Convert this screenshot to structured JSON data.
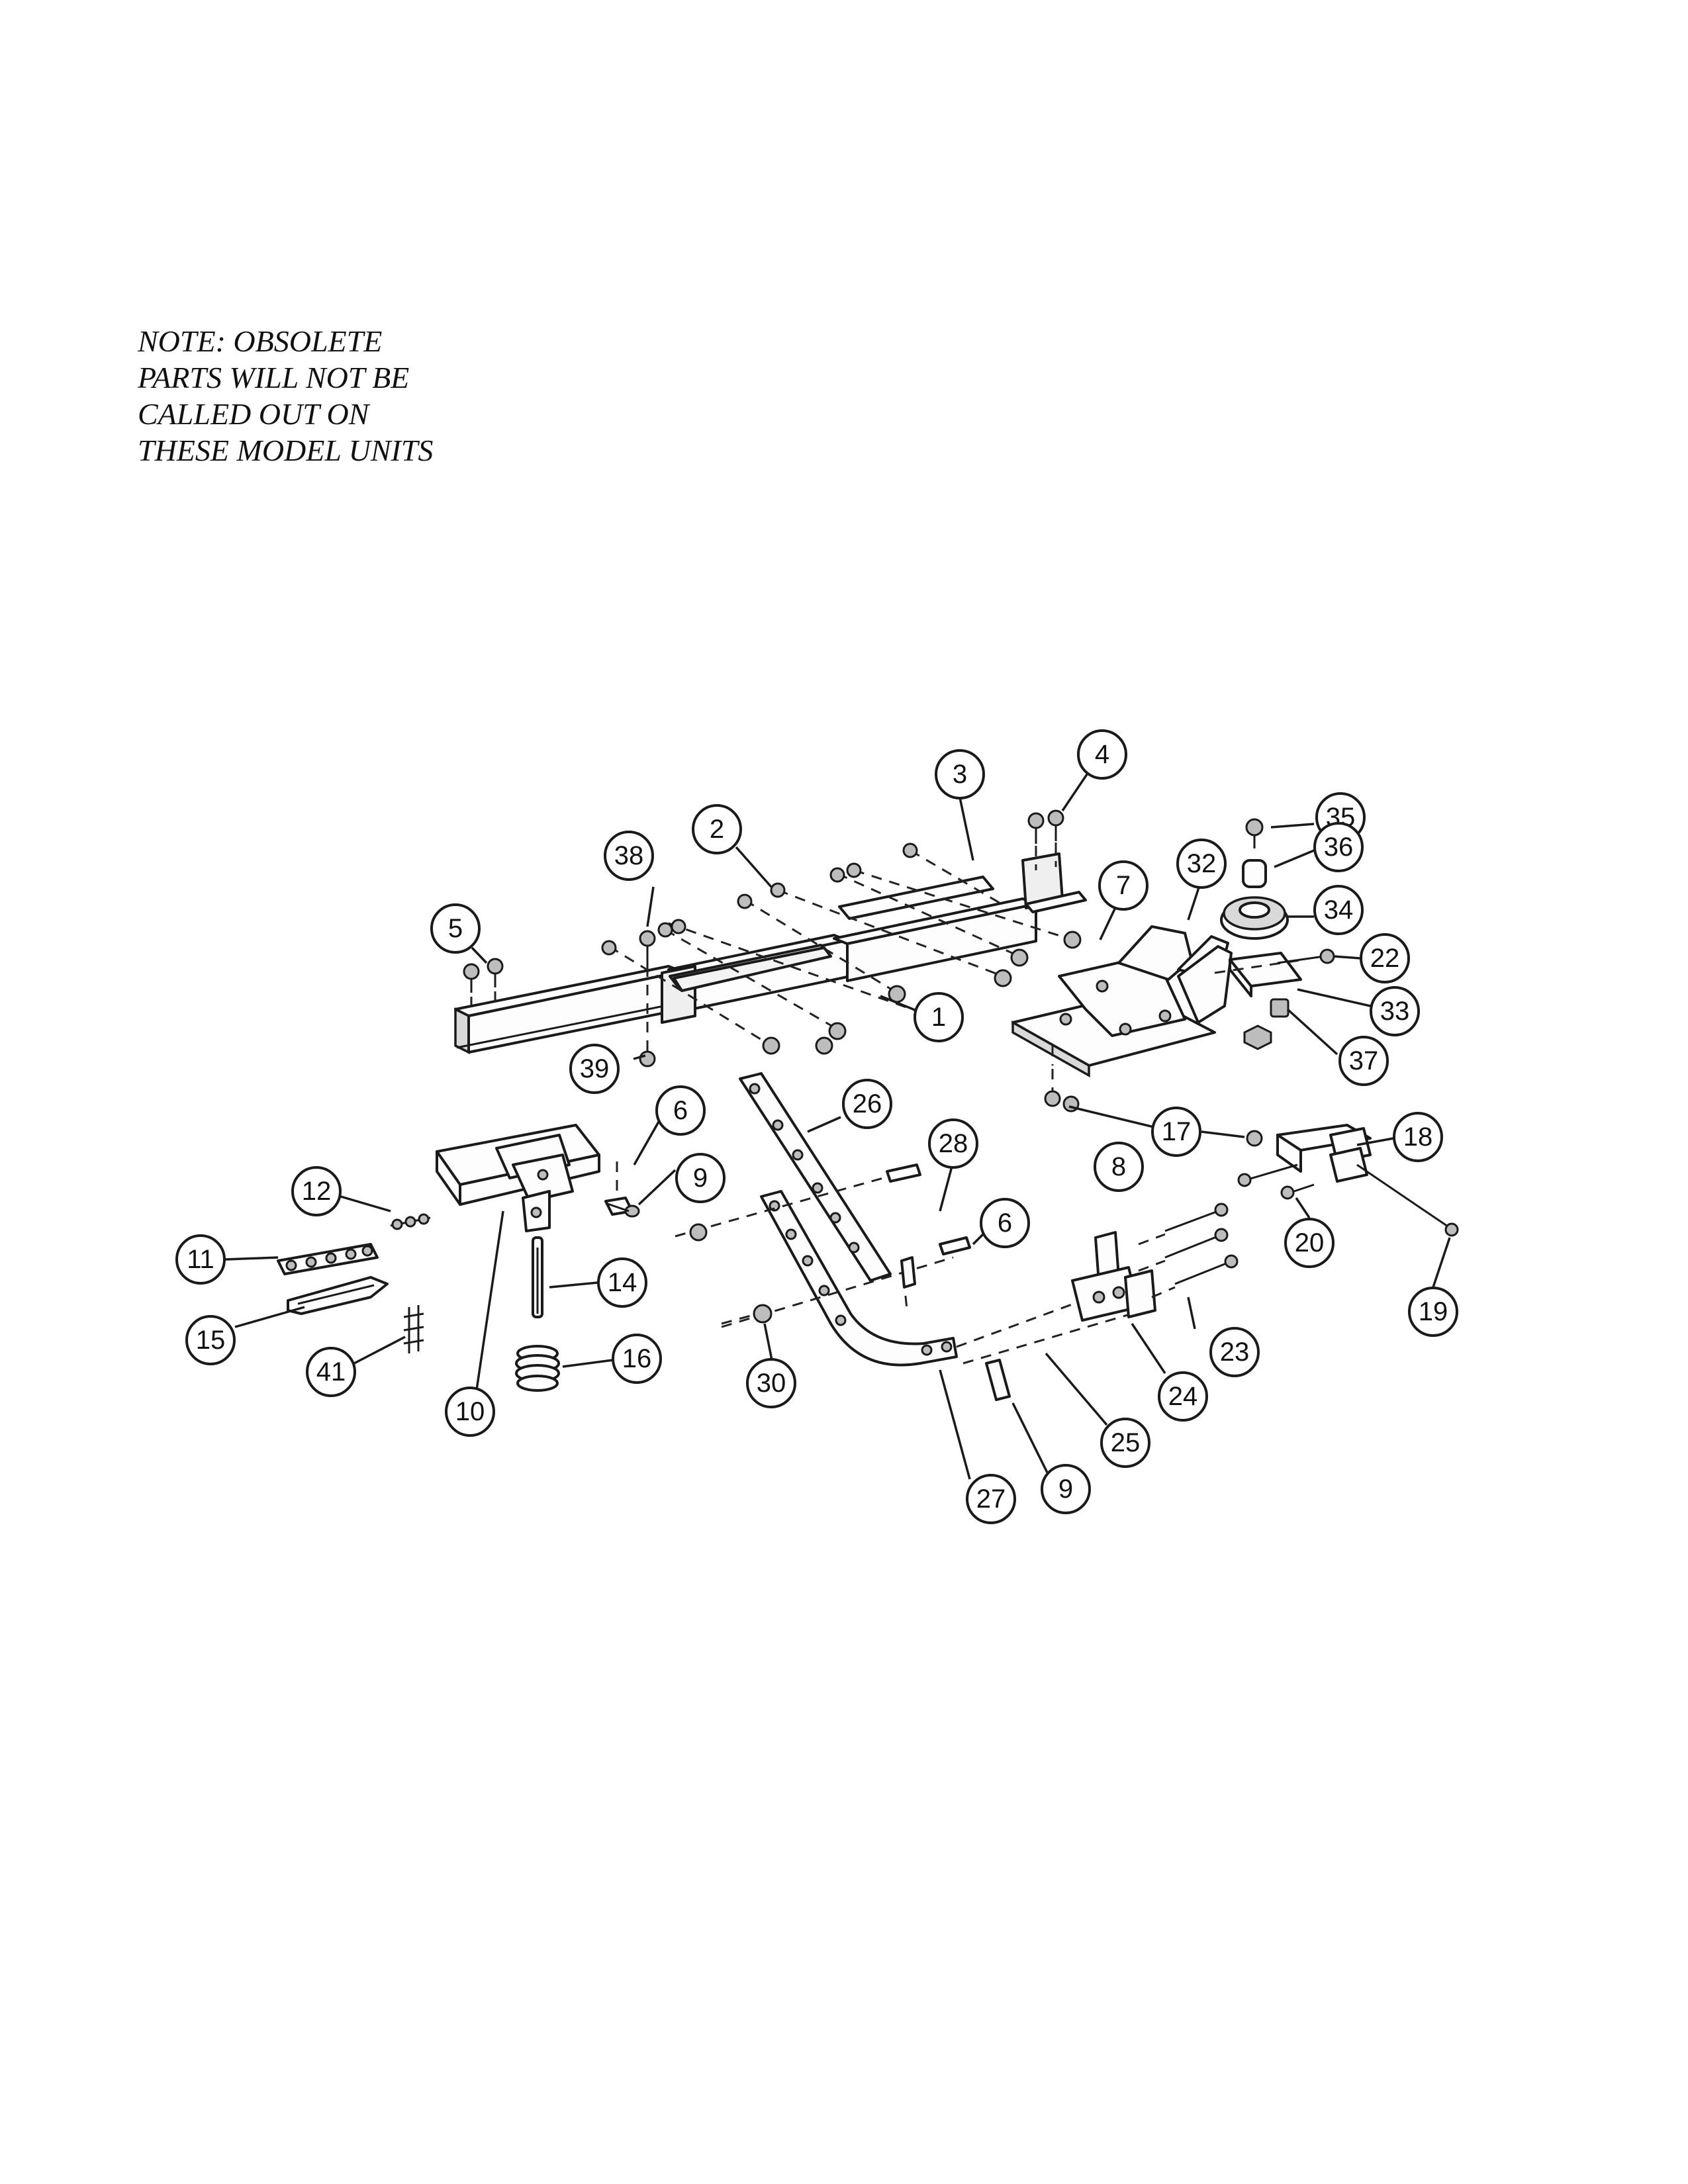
{
  "note": {
    "lines": [
      "NOTE: OBSOLETE",
      "PARTS WILL NOT BE",
      "CALLED OUT ON",
      "THESE MODEL UNITS"
    ]
  },
  "callouts": [
    "1",
    "2",
    "3",
    "4",
    "5",
    "6",
    "6",
    "7",
    "8",
    "9",
    "9",
    "10",
    "11",
    "12",
    "14",
    "15",
    "16",
    "17",
    "18",
    "19",
    "20",
    "22",
    "23",
    "24",
    "25",
    "26",
    "27",
    "28",
    "30",
    "32",
    "33",
    "34",
    "35",
    "36",
    "37",
    "38",
    "39",
    "41"
  ]
}
